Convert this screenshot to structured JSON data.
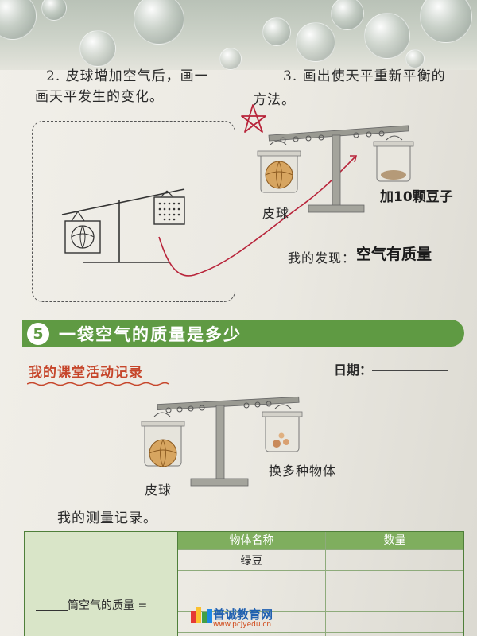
{
  "top": {
    "q2_line1": "2. 皮球增加空气后，画一",
    "q2_line2": "画天平发生的变化。",
    "q3_line1": "3. 画出使天平重新平衡的",
    "q3_line2": "方法。"
  },
  "upper_figure": {
    "ball_label": "皮球",
    "handwritten_note": "加10颗豆子"
  },
  "discovery": {
    "label": "我的发现：",
    "answer": "空气有质量"
  },
  "section": {
    "number": "5",
    "title": "一袋空气的质量是多少"
  },
  "record": {
    "title": "我的课堂活动记录",
    "date_label": "日期："
  },
  "lower_figure": {
    "ball_label": "皮球",
    "right_label": "换多种物体"
  },
  "measure_title": "我的测量记录。",
  "table": {
    "headers": [
      "物体名称",
      "数量"
    ],
    "rows": [
      [
        "绿豆",
        ""
      ],
      [
        "",
        ""
      ],
      [
        "",
        ""
      ],
      [
        "",
        ""
      ]
    ],
    "left_text": "筒空气的质量 ="
  },
  "watermark": {
    "text": "普诚教育网",
    "url": "www.pcjyedu.cn"
  },
  "colors": {
    "banner_green": "#5f9a43",
    "record_red": "#c6462b",
    "ink_red": "#b8243a",
    "table_header": "#7fae5e"
  }
}
